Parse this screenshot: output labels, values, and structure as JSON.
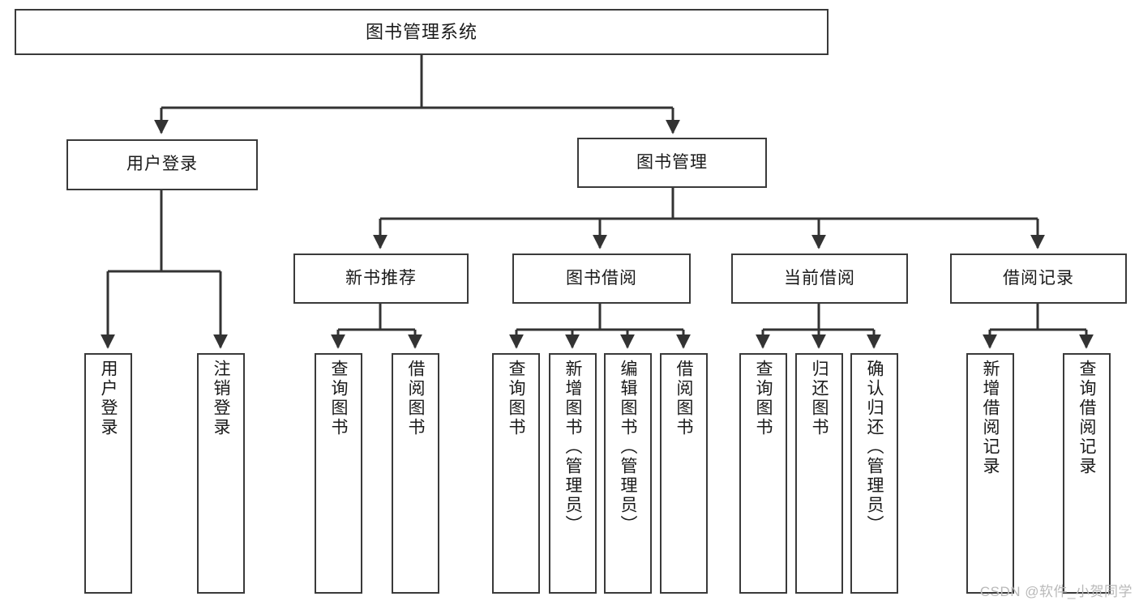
{
  "diagram": {
    "type": "tree-hierarchy-flowchart",
    "title": "图书管理系统",
    "root": {
      "id": "root",
      "label": "图书管理系统",
      "orientation": "horizontal"
    },
    "level2": [
      {
        "id": "user-login",
        "label": "用户登录",
        "orientation": "horizontal"
      },
      {
        "id": "book-management",
        "label": "图书管理",
        "orientation": "horizontal"
      }
    ],
    "level3": [
      {
        "id": "new-book-recommend",
        "label": "新书推荐",
        "orientation": "horizontal",
        "parent": "book-management"
      },
      {
        "id": "book-borrow",
        "label": "图书借阅",
        "orientation": "horizontal",
        "parent": "book-management"
      },
      {
        "id": "current-borrow",
        "label": "当前借阅",
        "orientation": "horizontal",
        "parent": "book-management"
      },
      {
        "id": "borrow-record",
        "label": "借阅记录",
        "orientation": "horizontal",
        "parent": "book-management"
      }
    ],
    "leaves": [
      {
        "id": "leaf-user-login",
        "label": "用户登录",
        "parent": "user-login",
        "orientation": "vertical"
      },
      {
        "id": "leaf-user-logout",
        "label": "注销登录",
        "parent": "user-login",
        "orientation": "vertical"
      },
      {
        "id": "leaf-query-book-1",
        "label": "查询图书",
        "parent": "new-book-recommend",
        "orientation": "vertical"
      },
      {
        "id": "leaf-borrow-book-1",
        "label": "借阅图书",
        "parent": "new-book-recommend",
        "orientation": "vertical"
      },
      {
        "id": "leaf-query-book-2",
        "label": "查询图书",
        "parent": "book-borrow",
        "orientation": "vertical"
      },
      {
        "id": "leaf-add-book",
        "label": "新增图书（管理员）",
        "parent": "book-borrow",
        "orientation": "vertical"
      },
      {
        "id": "leaf-edit-book",
        "label": "编辑图书（管理员）",
        "parent": "book-borrow",
        "orientation": "vertical"
      },
      {
        "id": "leaf-borrow-book-2",
        "label": "借阅图书",
        "parent": "book-borrow",
        "orientation": "vertical"
      },
      {
        "id": "leaf-query-book-3",
        "label": "查询图书",
        "parent": "current-borrow",
        "orientation": "vertical"
      },
      {
        "id": "leaf-return-book",
        "label": "归还图书",
        "parent": "current-borrow",
        "orientation": "vertical"
      },
      {
        "id": "leaf-confirm-return",
        "label": "确认归还（管理员）",
        "parent": "current-borrow",
        "orientation": "vertical"
      },
      {
        "id": "leaf-add-record",
        "label": "新增借阅记录",
        "parent": "borrow-record",
        "orientation": "vertical"
      },
      {
        "id": "leaf-query-record",
        "label": "查询借阅记录",
        "parent": "borrow-record",
        "orientation": "vertical"
      }
    ],
    "watermark": "CSDN @软件_小贺同学",
    "colors": {
      "box_stroke": "#3a3a3a",
      "box_fill": "#ffffff",
      "edge": "#333333",
      "text": "#1a1a1a",
      "watermark": "#b9b9b9",
      "background": "#ffffff"
    }
  }
}
